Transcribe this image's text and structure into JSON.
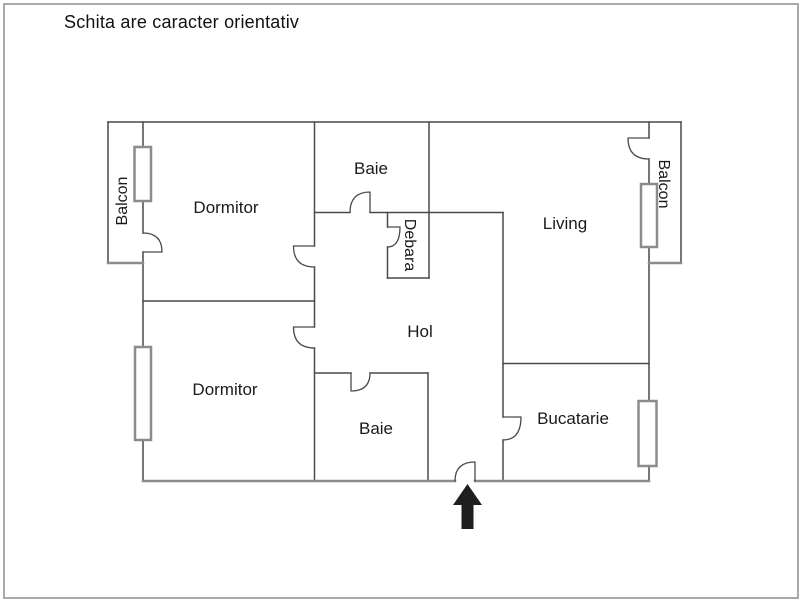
{
  "title": "Schita are caracter orientativ",
  "colors": {
    "wall": "#4a4a4a",
    "light_wall": "#8c8c8c",
    "text": "#1a1a1a",
    "arrow": "#1f1f1f",
    "frame": "#a9a9a9",
    "background": "#ffffff"
  },
  "rooms": [
    {
      "id": "balcon-left",
      "label": "Balcon"
    },
    {
      "id": "dormitor-top",
      "label": "Dormitor"
    },
    {
      "id": "baie-top",
      "label": "Baie"
    },
    {
      "id": "debara",
      "label": "Debara"
    },
    {
      "id": "living",
      "label": "Living"
    },
    {
      "id": "balcon-right",
      "label": "Balcon"
    },
    {
      "id": "hol",
      "label": "Hol"
    },
    {
      "id": "dormitor-bottom",
      "label": "Dormitor"
    },
    {
      "id": "baie-bottom",
      "label": "Baie"
    },
    {
      "id": "bucatarie",
      "label": "Bucatarie"
    }
  ],
  "entrance": {
    "arrow_direction": "up",
    "location": "bottom wall of Hol"
  },
  "windows_count": 4,
  "doors_count": 9
}
